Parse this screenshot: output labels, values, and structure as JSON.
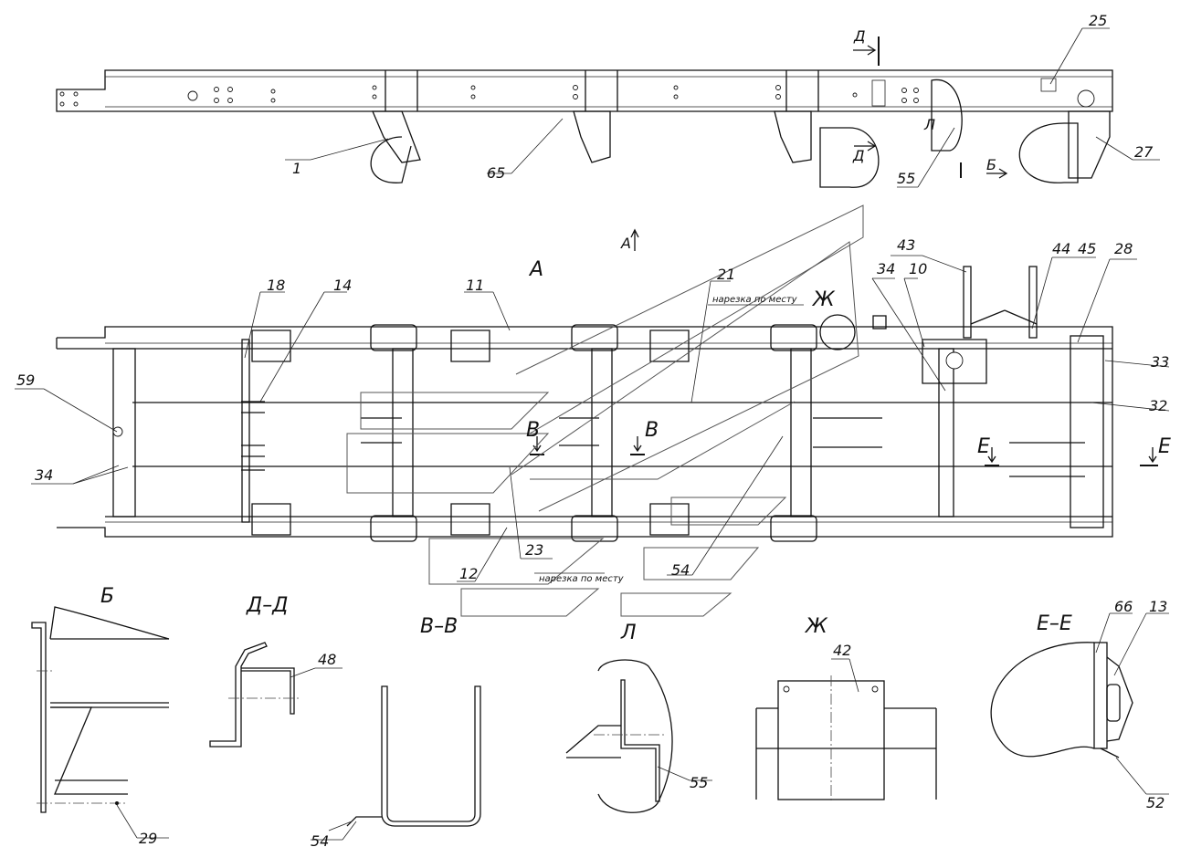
{
  "views": {
    "top_view_label": "А",
    "view_b": "Б",
    "view_d": "Д–Д",
    "view_v": "В–В",
    "view_l": "Л",
    "view_zh": "Ж",
    "view_e": "Е–Е"
  },
  "markers": {
    "d_upper": "Д",
    "d_lower": "Д",
    "a_arrow": "А",
    "b_arrow": "Б",
    "l_small": "Л",
    "zh_small": "Ж",
    "v_left": "В",
    "v_right": "В",
    "e_left": "Е",
    "e_right": "Е"
  },
  "notes": {
    "cut_note_upper": "нарезка по месту",
    "cut_note_lower": "нарезка по месту"
  },
  "callouts": {
    "c1": "1",
    "c65": "65",
    "c55_top": "55",
    "c25": "25",
    "c27": "27",
    "c18": "18",
    "c14": "14",
    "c11": "11",
    "c21": "21",
    "c43": "43",
    "c34_top": "34",
    "c10": "10",
    "c44": "44",
    "c45": "45",
    "c28": "28",
    "c33": "33",
    "c32": "32",
    "c59": "59",
    "c34_left": "34",
    "c12": "12",
    "c23": "23",
    "c54_main": "54",
    "c48": "48",
    "c54_detail": "54",
    "c55_detail": "55",
    "c42": "42",
    "c66": "66",
    "c13": "13",
    "c52": "52",
    "c29": "29"
  }
}
